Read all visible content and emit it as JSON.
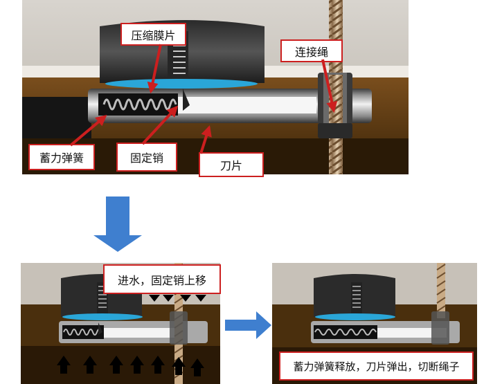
{
  "labels": {
    "membrane": "压缩膜片",
    "rope": "连接绳",
    "spring": "蓄力弹簧",
    "pin": "固定销",
    "blade": "刀片"
  },
  "captions": {
    "water_in": "进水，固定销上移",
    "release": "蓄力弹簧释放，刀片弹出，切断绳子"
  },
  "colors": {
    "annotation_red": "#cc1f1f",
    "flow_arrow_blue": "#3f7fcf",
    "membrane_blue": "#2aa6d8",
    "wood_brown": "#6b4418"
  }
}
